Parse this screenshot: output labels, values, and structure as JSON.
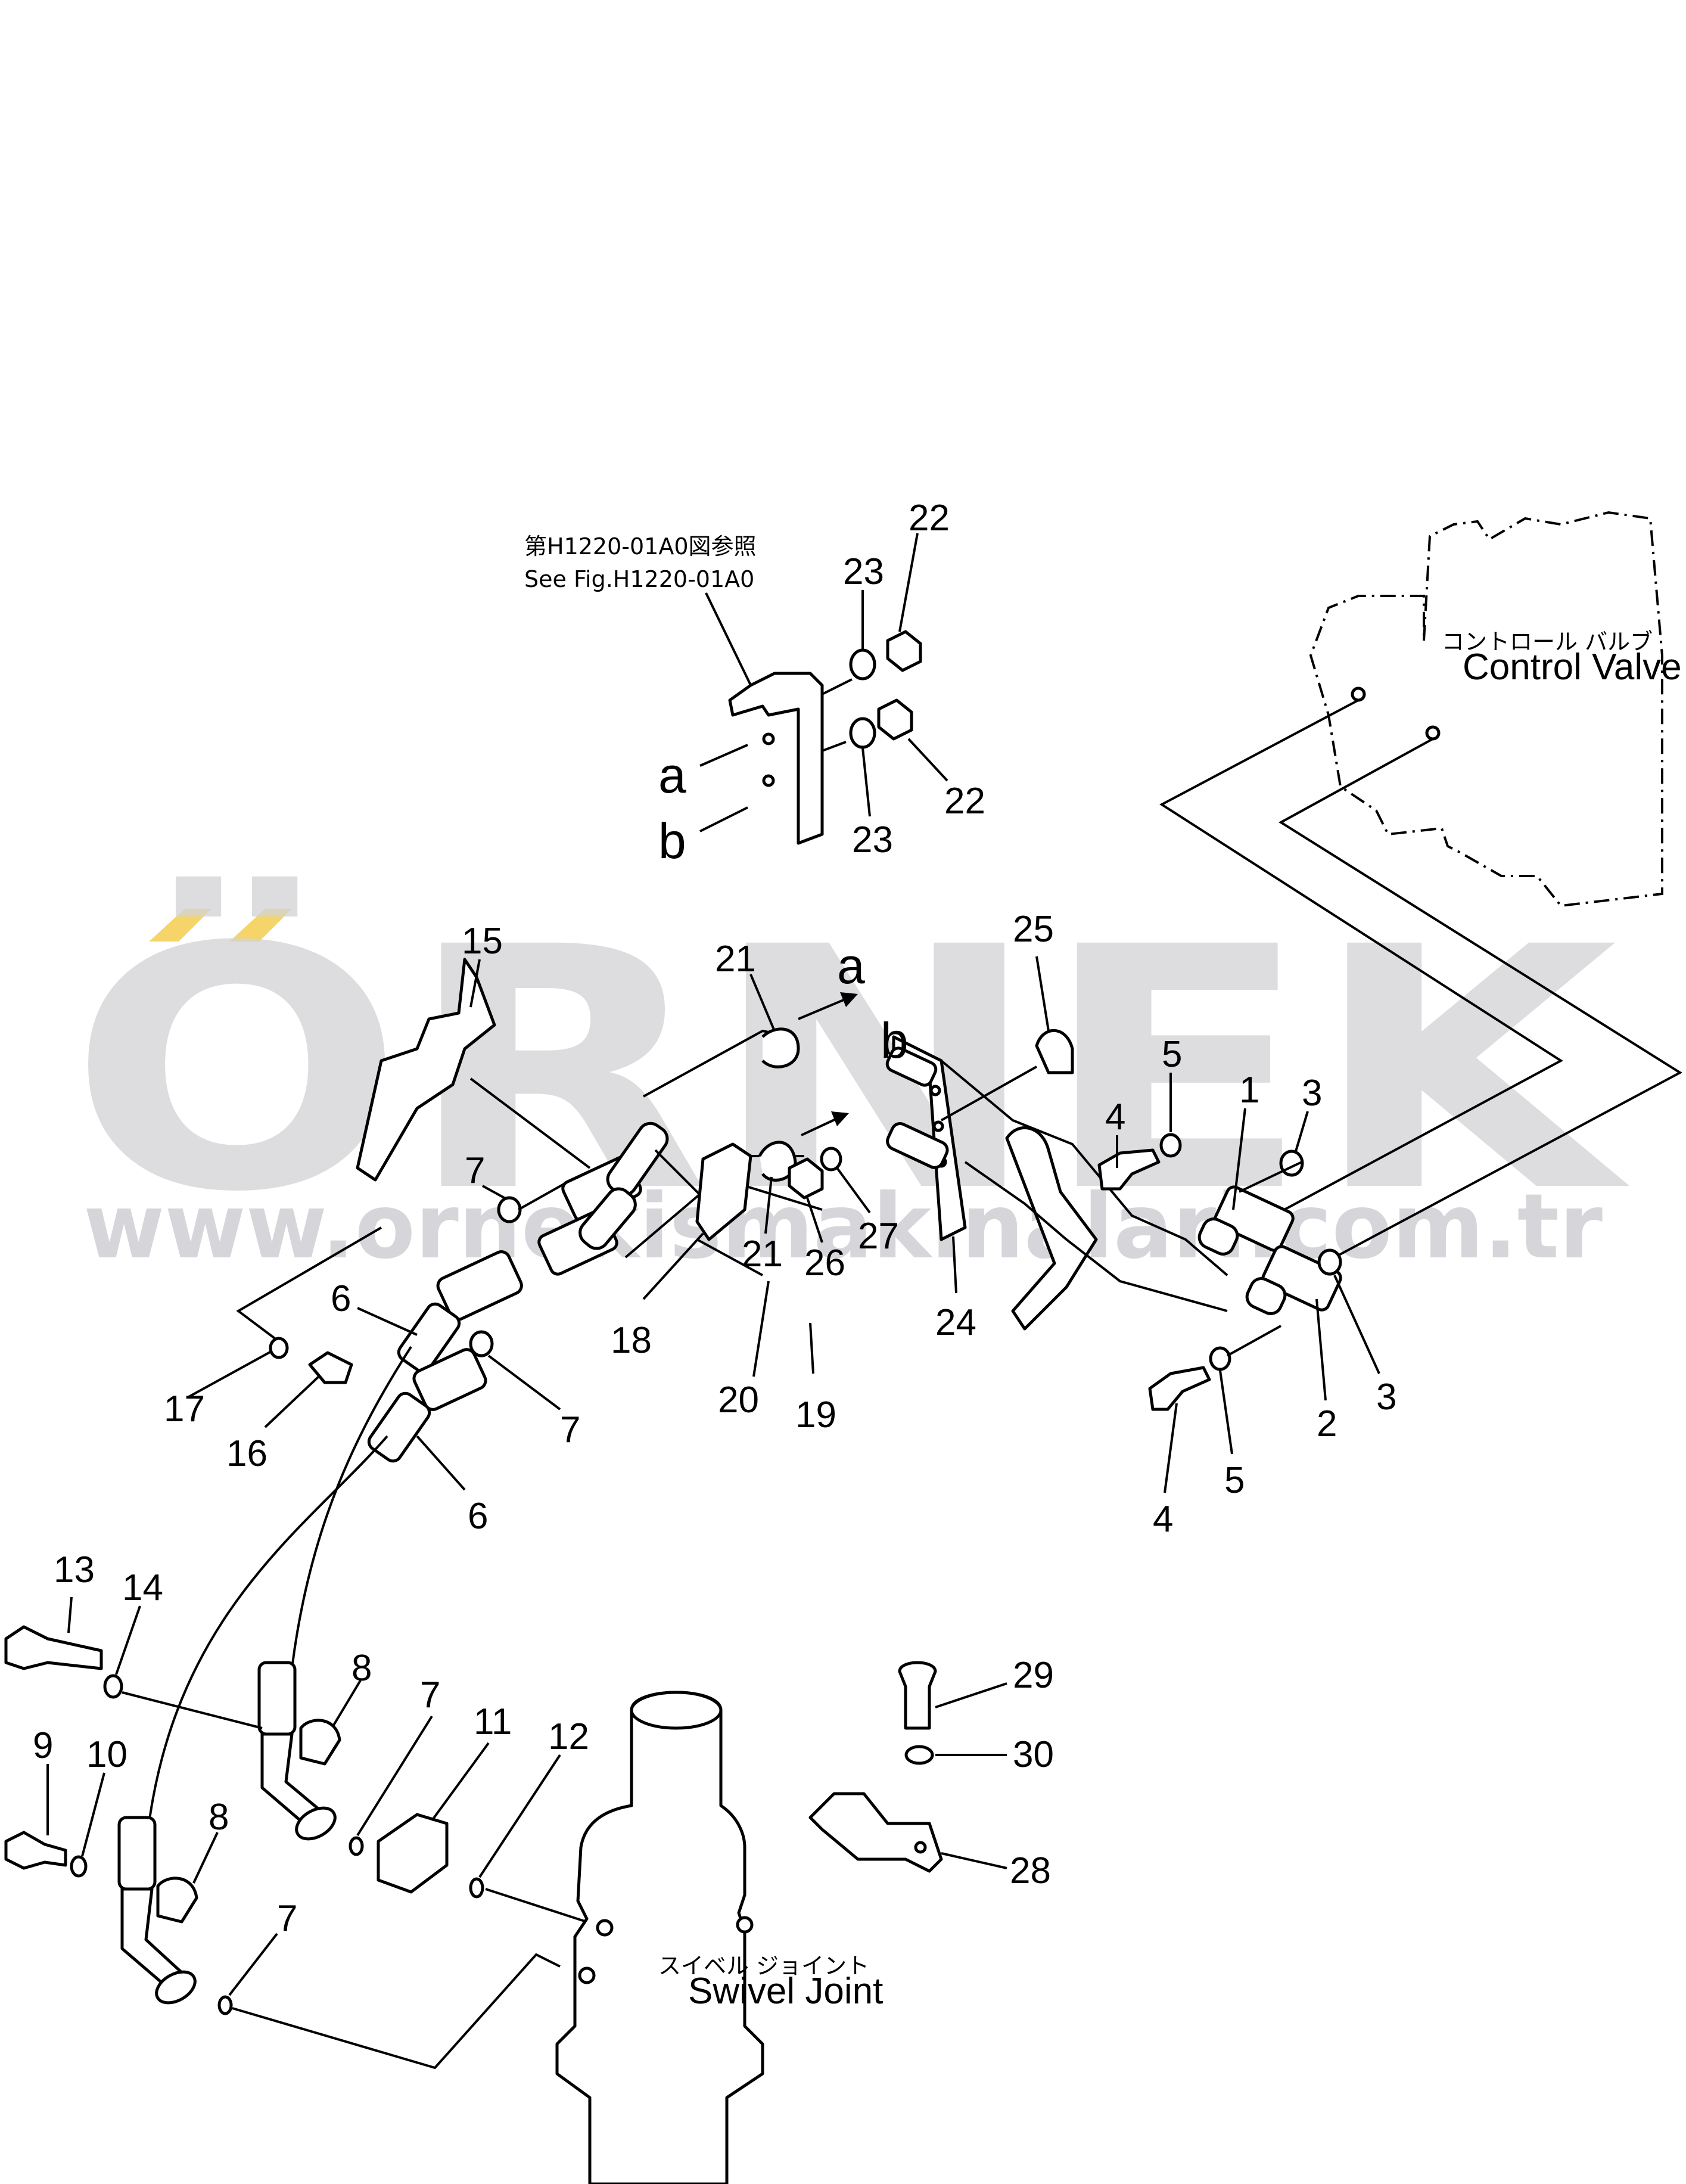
{
  "watermark": {
    "brand": "ÖRNEK",
    "url": "www.ornekismakinalari.com.tr",
    "brand_color": "#d2d2d6",
    "accent_color": "#f5d56a"
  },
  "reference_note": {
    "jp": "第H1220-01A0図参照",
    "en": "See Fig.H1220-01A0"
  },
  "components": {
    "control_valve_jp": "コントロール バルブ",
    "control_valve_en": "Control Valve",
    "swivel_joint_jp": "スイベル ジョイント",
    "swivel_joint_en": "Swivel Joint"
  },
  "marks": {
    "a": "a",
    "b": "b"
  },
  "part_numbers": {
    "n1": "1",
    "n2": "2",
    "n3": "3",
    "n4": "4",
    "n5": "5",
    "n6": "6",
    "n7": "7",
    "n8": "8",
    "n9": "9",
    "n10": "10",
    "n11": "11",
    "n12": "12",
    "n13": "13",
    "n14": "14",
    "n15": "15",
    "n16": "16",
    "n17": "17",
    "n18": "18",
    "n19": "19",
    "n20": "20",
    "n21": "21",
    "n22": "22",
    "n23": "23",
    "n24": "24",
    "n25": "25",
    "n26": "26",
    "n27": "27",
    "n28": "28",
    "n29": "29",
    "n30": "30"
  }
}
